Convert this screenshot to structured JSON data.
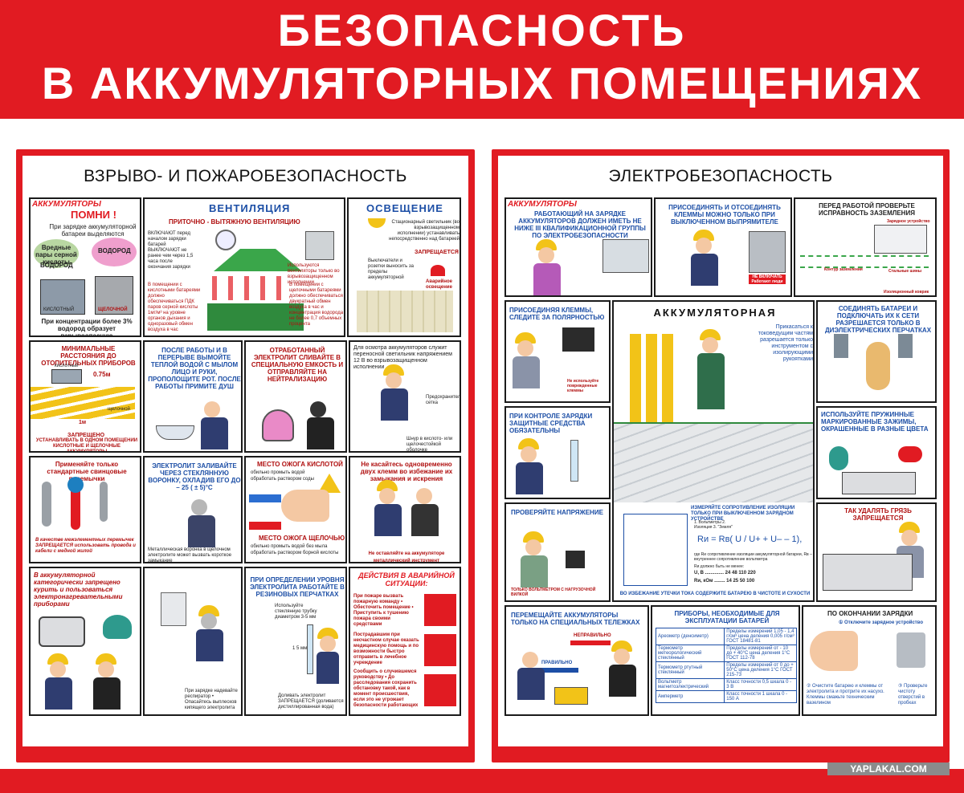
{
  "banner": {
    "line1": "БЕЗОПАСНОСТЬ",
    "line2": "В АККУМУЛЯТОРНЫХ ПОМЕЩЕНИЯХ"
  },
  "left_panel": {
    "title": "ВЗРЫВО- И ПОЖАРОБЕЗОПАСНОСТЬ",
    "tag": "АККУМУЛЯТОРЫ",
    "remember": {
      "heading": "ПОМНИ !",
      "text": "При зарядке аккумуляторной батареи выделяются",
      "vapors": "Вредные пары серной кислоты",
      "hydrogen": "ВОДОРОД",
      "hydrogen2": "ВОДОРОД",
      "acid": "КИСЛОТНЫЙ",
      "alkaline": "ЩЕЛОЧНОЙ",
      "footer": "При концентрации более 3% водород образует взрывоопасную смесь–«гремучий газ»"
    },
    "ventilation": {
      "heading": "ВЕНТИЛЯЦИЯ",
      "sub": "ПРИТОЧНО - ВЫТЯЖНУЮ ВЕНТИЛЯЦИЮ",
      "text1": "ВКЛЮЧАЮТ перед началом зарядки батарей ВЫКЛЮЧАЮТ не ранее чем через 1,5 часа после окончания зарядки",
      "text2": "Используются вентиляторы только во взрывозащищенном исполнении",
      "text3": "В помещении с кислотными батареями должно обеспечиваться ПДК паров серной кислоты 1мг/м³ на уровне органов дыхания и одноразовый обмен воздуха в час",
      "text4": "В помещении с щелочными батареями должно обеспечиваться двукратный обмен воздуха в час и концентрация водорода не более 0,7 объемных процента"
    },
    "lighting": {
      "heading": "ОСВЕЩЕНИЕ",
      "text1": "Стационарный светильник (во взрывозащищенном исполнении) устанавливать непосредственно над батареей",
      "forbidden": "ЗАПРЕЩАЕТСЯ",
      "text2": "Выключатели и розетки выносить за пределы аккумуляторной",
      "emergency": "Аварийное освещение"
    },
    "distances": {
      "heading": "МИНИМАЛЬНЫЕ РАССТОЯНИЯ ДО ОТОПИТЕЛЬНЫХ ПРИБОРОВ",
      "acid": "кислотный",
      "d1": "0.75м",
      "d2": "1м",
      "alkaline": "щелочной",
      "forbidden": "ЗАПРЕЩЕНО",
      "footer": "УСТАНАВЛИВАТЬ В ОДНОМ ПОМЕЩЕНИИ КИСЛОТНЫЕ И ЩЕЛОЧНЫЕ АККУМУЛЯТОРЫ"
    },
    "after_work": {
      "text": "ПОСЛЕ РАБОТЫ И В ПЕРЕРЫВЕ ВЫМОЙТЕ ТЕПЛОЙ ВОДОЙ С МЫЛОМ ЛИЦО И РУКИ, ПРОПОЛОЩИТЕ РОТ. ПОСЛЕ РАБОТЫ ПРИМИТЕ ДУШ"
    },
    "spent_electrolyte": {
      "text": "ОТРАБОТАННЫЙ ЭЛЕКТРОЛИТ СЛИВАЙТЕ В СПЕЦИАЛЬНУЮ ЕМКОСТЬ И ОТПРАВЛЯЙТЕ НА НЕЙТРАЛИЗАЦИЮ"
    },
    "inspection": {
      "text": "Для осмотра аккумуляторов служит переносной светильник напряжением 12 В во взрывозащищенном исполнении",
      "grid": "Предохранительная сетка",
      "cord": "Шнур в кислото- или щелочестойкой оболочке"
    },
    "jumpers": {
      "heading": "Применяйте только стандартные свинцовые перемычки",
      "footer": "В качестве межэлементных перемычек ЗАПРЕЩАЕТСЯ использовать провода и кабели с медной жилой"
    },
    "funnel": {
      "text": "ЭЛЕКТРОЛИТ ЗАЛИВАЙТЕ ЧЕРЕЗ СТЕКЛЯННУЮ ВОРОНКУ, ОХЛАДИВ ЕГО ДО – 25 ( ± 5)°С",
      "footer": "Металлическая воронка в щелочном электролите может вызвать короткое замыкание"
    },
    "acid_burn": {
      "heading": "МЕСТО ОЖОГА КИСЛОТОЙ",
      "t1": "обильно промыть водой",
      "t2": "обработать раствором соды",
      "heading2": "МЕСТО ОЖОГА ЩЕЛОЧЬЮ",
      "t3": "обильно промыть водой без мыла",
      "t4": "обработать раствором борной кислоты"
    },
    "no_touch": {
      "text": "Не касайтесь одновременно двух клемм во избежание их замыкания и искрения",
      "footer": "Не оставляйте на аккумуляторе металлический инструмент"
    },
    "heaters": {
      "text": "В аккумуляторной категорически запрещено курить и пользоваться электронагревательными приборами"
    },
    "respirator": {
      "text": "При зарядке надевайте респиратор • Опасайтесь выплесков кипящего электролита"
    },
    "level_check": {
      "text": "ПРИ ОПРЕДЕЛЕНИИ УРОВНЯ ЭЛЕКТРОЛИТА РАБОТАЙТЕ В РЕЗИНОВЫХ ПЕРЧАТКАХ",
      "tube": "Используйте стеклянную трубку диаметром 3-5 мм",
      "mm": "1 5 мм",
      "footer": "Доливать электролит ЗАПРЕЩАЕТСЯ (доливается дистиллированная вода)"
    },
    "emergency": {
      "heading": "ДЕЙСТВИЯ В АВАРИЙНОЙ СИТУАЦИИ:",
      "a1": "При пожаре вызвать пожарную команду • Обесточить помещение • Приступить к тушению пожара своими средствами",
      "a2": "Пострадавшим при несчастном случае оказать медицинскую помощь и по возможности быстро отправить в лечебное учреждение",
      "a3": "Сообщить о случившемся руководству • До расследования сохранить обстановку такой, как в момент происшествия, если это не угрожает безопасности работающих"
    }
  },
  "right_panel": {
    "title": "ЭЛЕКТРОБЕЗОПАСНОСТЬ",
    "tag": "АККУМУЛЯТОРЫ",
    "qualification": {
      "text": "РАБОТАЮЩИЙ НА ЗАРЯДКЕ АККУМУЛЯТОРОВ ДОЛЖЕН ИМЕТЬ НЕ НИЖЕ III КВАЛИФИКАЦИОННОЙ ГРУППЫ ПО ЭЛЕКТРОБЕЗОПАСНОСТИ"
    },
    "terminals_off": {
      "text": "ПРИСОЕДИНЯТЬ И ОТСОЕДИНЯТЬ КЛЕММЫ МОЖНО ТОЛЬКО ПРИ ВЫКЛЮЧЕННОМ ВЫПРЯМИТЕЛЕ",
      "sign": "НЕ ВКЛЮЧАТЬ Работают люди"
    },
    "grounding": {
      "text": "ПЕРЕД РАБОТОЙ ПРОВЕРЬТЕ ИСПРАВНОСТЬ ЗАЗЕМЛЕНИЯ",
      "t1": "Зарядное устройство",
      "t2": "Стальные шины",
      "t3": "Контур заземления",
      "t4": "Изоляционный коврик"
    },
    "connect": {
      "text": "ПРИСОЕДИНЯЯ КЛЕММЫ, СЛЕДИТЕ ЗА ПОЛЯРНОСТЬЮ",
      "footer": "Не используйте поврежденные клеммы"
    },
    "room": {
      "heading": "АККУМУЛЯТОРНАЯ",
      "text": "Прикасаться к токоведущим частям разрешается только инструментом с изолирующими рукоятками"
    },
    "gloves": {
      "text": "СОЕДИНЯТЬ БАТАРЕИ И ПОДКЛЮЧАТЬ ИХ К СЕТИ РАЗРЕШАЕТСЯ ТОЛЬКО В ДИЭЛЕКТРИЧЕСКИХ ПЕРЧАТКАХ"
    },
    "ppe": {
      "text": "ПРИ КОНТРОЛЕ ЗАРЯДКИ ЗАЩИТНЫЕ СРЕДСТВА ОБЯЗАТЕЛЬНЫ"
    },
    "clamps": {
      "text": "ИСПОЛЬЗУЙТЕ ПРУЖИННЫЕ МАРКИРОВАННЫЕ ЗАЖИМЫ, ОКРАШЕННЫЕ В РАЗНЫЕ ЦВЕТА"
    },
    "voltage": {
      "text": "ПРОВЕРЯЙТЕ НАПРЯЖЕНИЕ",
      "footer": "ТОЛЬКО ВОЛЬТМЕТРОМ С НАГРУЗОЧНОЙ ВИЛКОЙ"
    },
    "insulation": {
      "text": "ИЗМЕРЯЙТЕ СОПРОТИВЛЕНИЕ ИЗОЛЯЦИИ ТОЛЬКО ПРИ ВЫКЛЮЧЕННОМ ЗАРЯДНОМ УСТРОЙСТВЕ",
      "items": "1. Вольтметры 2. Изоляция 3. \"Земля\"",
      "formula": "Rи = Rв( U / U+ + U– – 1),",
      "where": "где Rи сопротивление изоляции аккумуляторной батареи, Rв – внутреннее сопротивление вольтметра",
      "min": "Rи должно быть не менее:",
      "row1": "U, В .............. 24 48 110 220",
      "row2": "Rи, кОм ........ 14 25 50 100",
      "footer": "ВО ИЗБЕЖАНИЕ УТЕЧКИ ТОКА СОДЕРЖИТЕ БАТАРЕЮ В ЧИСТОТЕ И СУХОСТИ"
    },
    "dirt": {
      "text": "ТАК УДАЛЯТЬ ГРЯЗЬ ЗАПРЕЩАЕТСЯ"
    },
    "carts": {
      "text": "ПЕРЕМЕЩАЙТЕ АККУМУЛЯТОРЫ ТОЛЬКО НА СПЕЦИАЛЬНЫХ ТЕЛЕЖКАХ",
      "wrong": "НЕПРАВИЛЬНО",
      "right": "ПРАВИЛЬНО"
    },
    "instruments": {
      "heading": "ПРИБОРЫ, НЕОБХОДИМЫЕ ДЛЯ ЭКСПЛУАТАЦИИ БАТАРЕЙ",
      "rows": [
        [
          "Ареометр (денсиметр)",
          "Пределы измерений 1,05 - 1,4 г/см³ цена деления 0,005 г/см³ ГОСТ 18481-81"
        ],
        [
          "Термометр метеорологический стеклянный",
          "Пределы измерений от - 10 до + 40°С цена деления 1°С ГОСТ 112-78"
        ],
        [
          "Термометр ртутный стеклянный",
          "Пределы измерений от 0 до + 50°С цена деления 1°С ГОСТ 215-73"
        ],
        [
          "Вольтметр магнитоэлектрический",
          "Класс точности 0,5 шкала 0 - 3 В"
        ],
        [
          "Амперметр",
          "Класс точности 1 шкала 0 - 150 А"
        ]
      ]
    },
    "after_charge": {
      "heading": "ПО ОКОНЧАНИИ ЗАРЯДКИ",
      "s1": "① Отключите зарядное устройство",
      "s2": "② Очистите батарею и клеммы от электролита и протрите их насухо. Клеммы смажьте техническим вазелином",
      "s3": "③ Проверьте чистоту отверстий в пробках"
    }
  },
  "watermark": "YAPLAKAL.COM",
  "colors": {
    "red": "#e11b22",
    "blue": "#1d4fa6",
    "yellow": "#f2c318"
  }
}
